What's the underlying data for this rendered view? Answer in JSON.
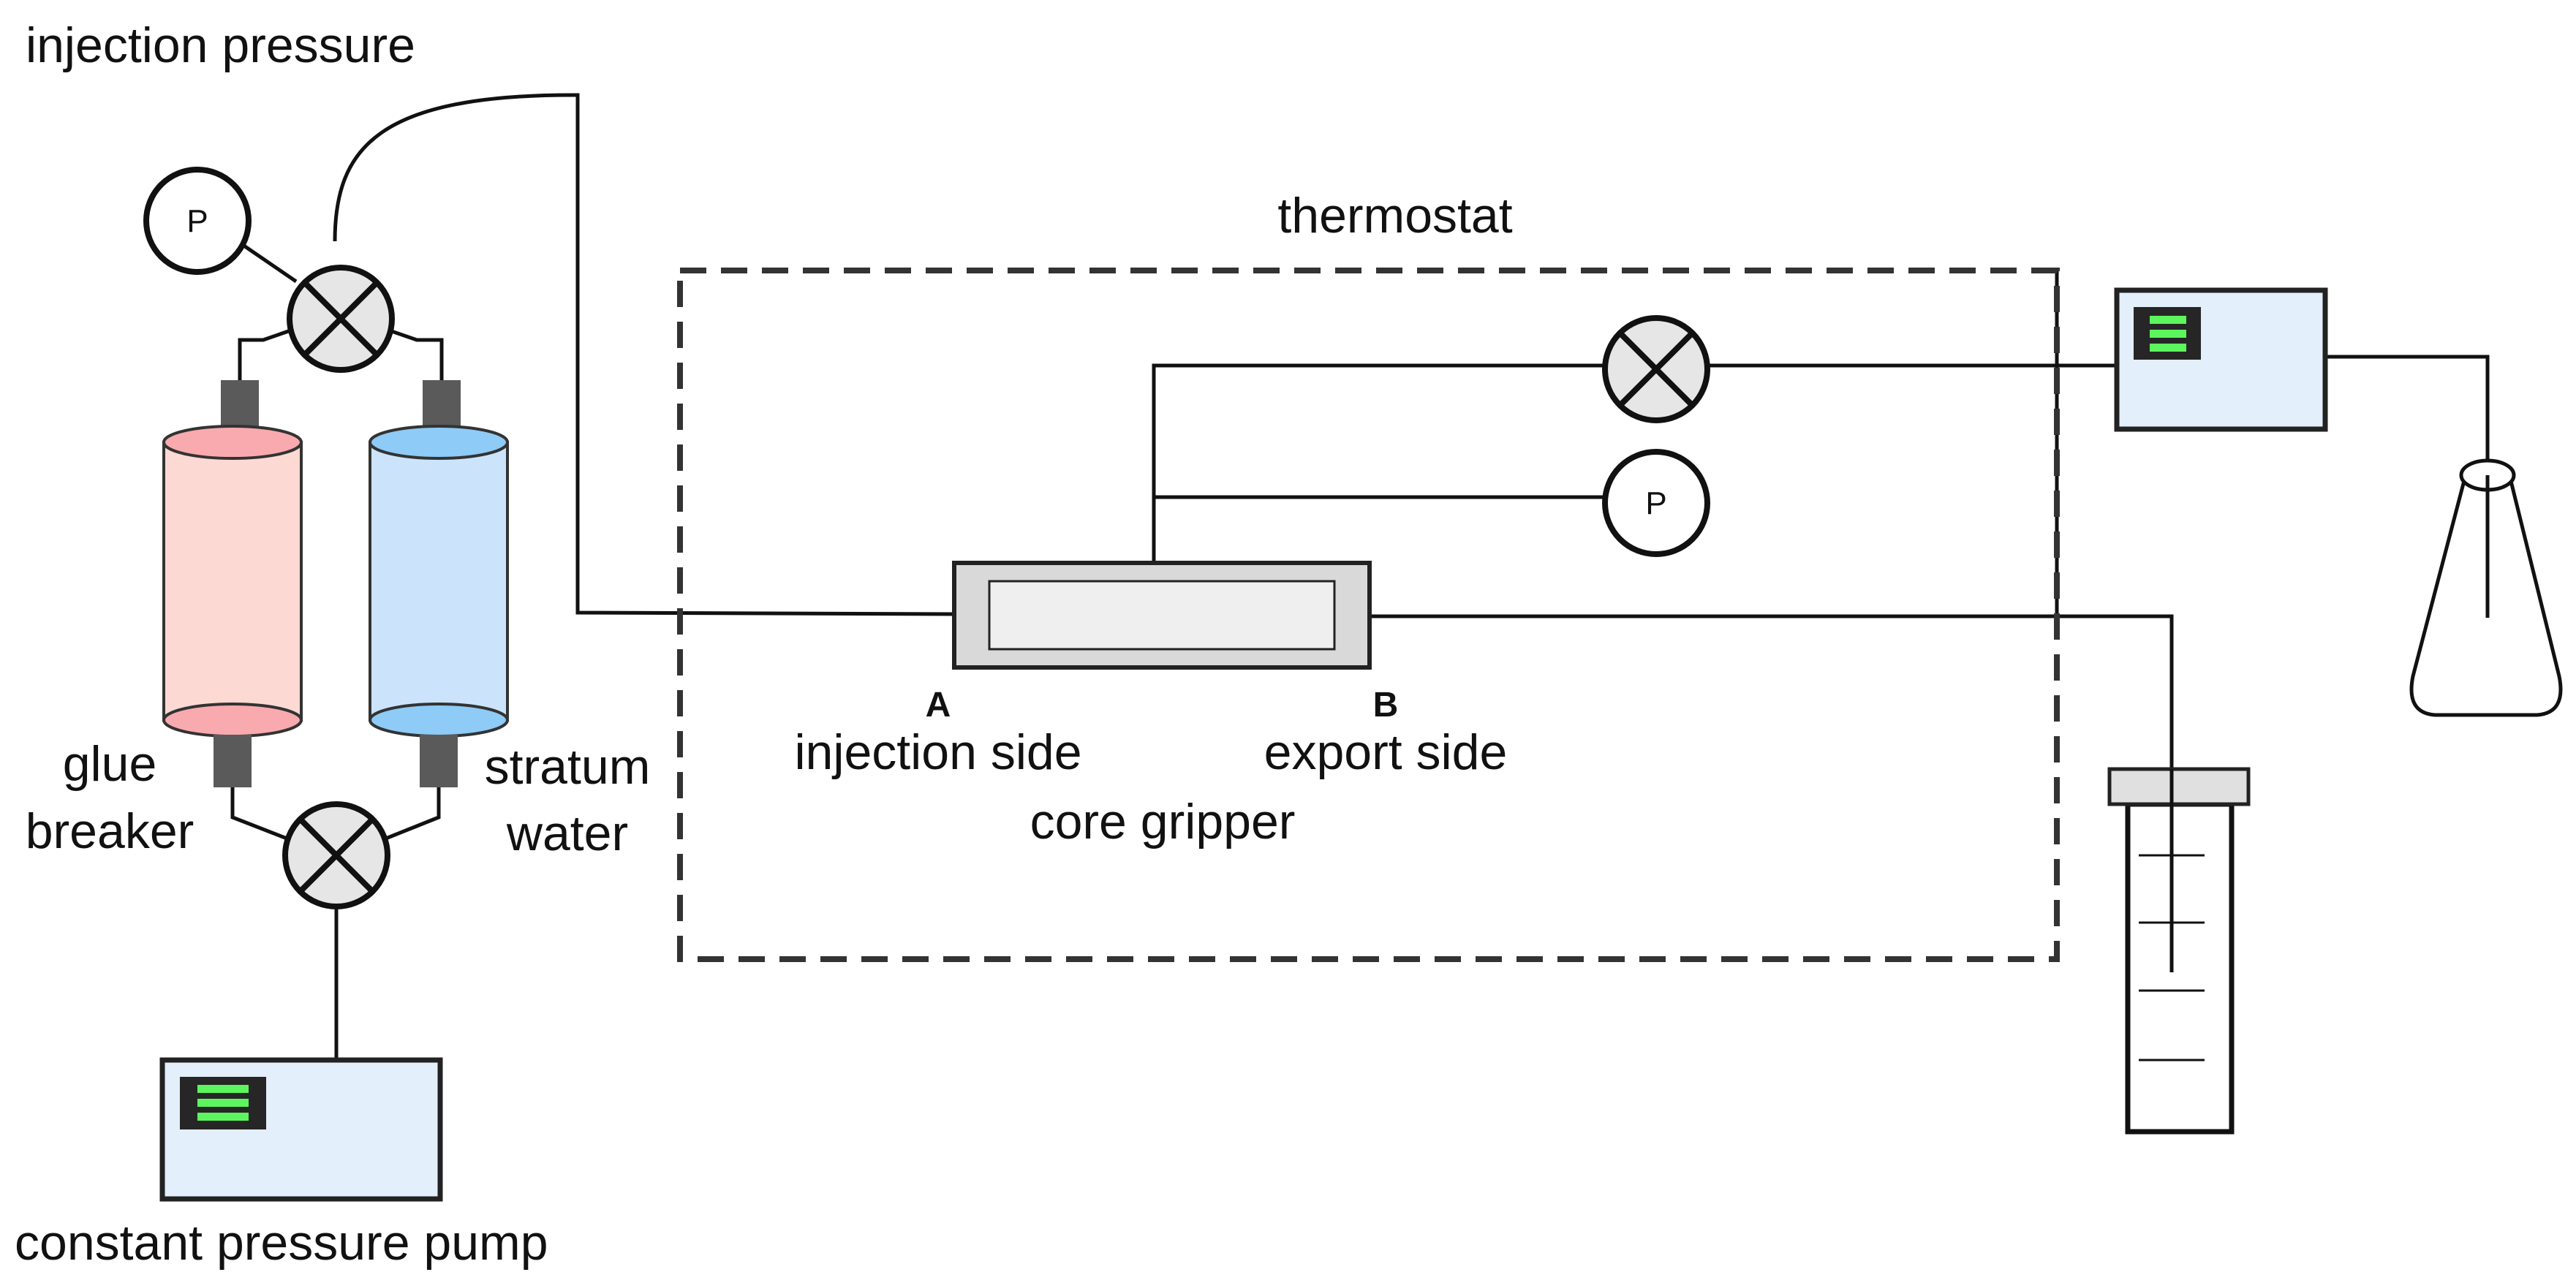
{
  "labels": {
    "injection_pressure": "injection pressure",
    "thermostat": "thermostat",
    "glue": "glue",
    "breaker": "breaker",
    "stratum": "stratum",
    "water": "water",
    "point_a": "A",
    "point_b": "B",
    "injection_side": "injection side",
    "export_side": "export side",
    "core_gripper": "core gripper",
    "constant_pressure_pump": "constant pressure pump",
    "gauge_symbol": "P"
  },
  "colors": {
    "line": "#111111",
    "glue_breaker_body": "#fcd9d3",
    "glue_breaker_top": "#f9aaae",
    "stratum_water_body": "#cce4fb",
    "stratum_water_top": "#8ecbf6",
    "valve_fill": "#e6e6e6",
    "pump_fill": "#e3effb",
    "display_screen": "#262626",
    "display_bars": "#5df55d",
    "core_holder_outer": "#d9d9d9",
    "core_holder_inner": "#efefef",
    "connector": "#5a5a5a",
    "cylinder_cap": "#e0e0e0"
  },
  "icons": {
    "valve": "valve-icon",
    "pressure_gauge": "pressure-gauge-icon",
    "flask": "conical-flask-icon",
    "cylinder": "measuring-cylinder-icon"
  }
}
